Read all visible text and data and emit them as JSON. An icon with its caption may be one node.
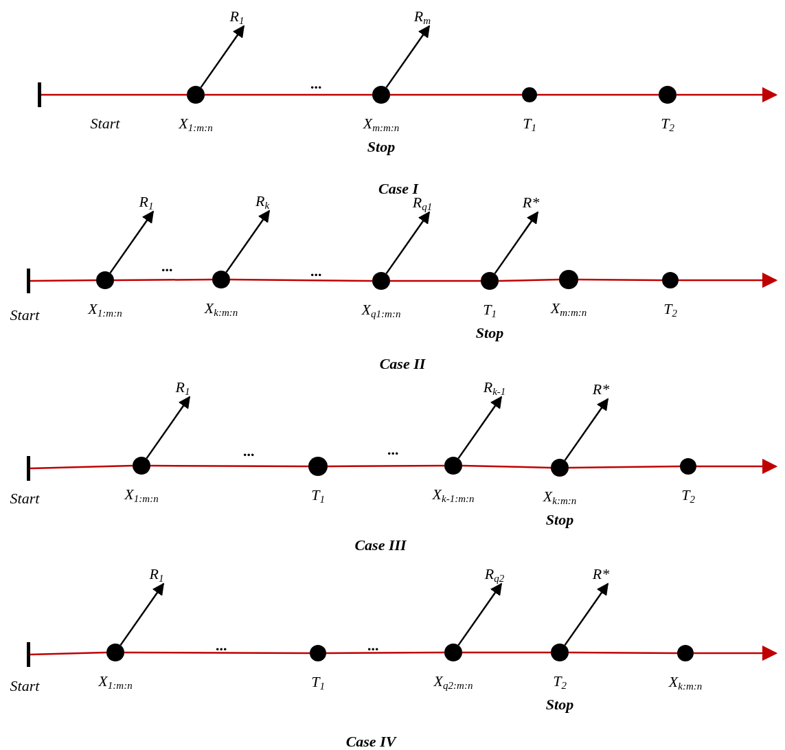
{
  "diagram": {
    "nodes": [
      {
        "text": [],
        "shape": "bar",
        "beside": [
          "Start"
        ]
      },
      {
        "text": [],
        "shape": "circle",
        "beside": [
          "X$_{1:m:n}$"
        ]
      },
      {
        "text": [],
        "shape": "circle",
        "beside": [
          "X$_{m:m:n}$",
          "Stop"
        ]
      },
      {
        "text": [],
        "shape": "circle",
        "beside": [
          "T$_{1}$"
        ]
      },
      {
        "text": [],
        "shape": "circle",
        "beside": [
          "T$_{2}$"
        ]
      },
      {
        "text": [],
        "shape": "bar",
        "beside": [
          "Start"
        ]
      },
      {
        "text": [],
        "shape": "circle",
        "beside": [
          "X$_{1:m:n}$"
        ]
      },
      {
        "text": [],
        "shape": "circle",
        "beside": [
          "X$_{k:m:n}$"
        ]
      },
      {
        "text": [],
        "shape": "circle",
        "beside": [
          "X$_{q1:m:n}$"
        ]
      },
      {
        "text": [],
        "shape": "circle",
        "beside": [
          "T$_{1}$",
          "Stop"
        ]
      },
      {
        "text": [],
        "shape": "circle",
        "beside": [
          "X$_{m:m:n}$"
        ]
      },
      {
        "text": [],
        "shape": "circle",
        "beside": [
          "T$_{2}$"
        ]
      },
      {
        "text": [],
        "shape": "bar",
        "beside": [
          "Start"
        ]
      },
      {
        "text": [],
        "shape": "circle",
        "beside": [
          "X$_{1:m:n}$"
        ]
      },
      {
        "text": [],
        "shape": "circle",
        "beside": [
          "T$_{1}$"
        ]
      },
      {
        "text": [],
        "shape": "circle",
        "beside": [
          "X$_{k-1:m:n}$"
        ]
      },
      {
        "text": [],
        "shape": "circle",
        "beside": [
          "X$_{k:m:n}$",
          "Stop"
        ]
      },
      {
        "text": [],
        "shape": "circle",
        "beside": [
          "T$_{2}$"
        ]
      },
      {
        "text": [],
        "shape": "bar",
        "beside": [
          "Start"
        ]
      },
      {
        "text": [],
        "shape": "circle",
        "beside": [
          "X$_{1:m:n}$"
        ]
      },
      {
        "text": [],
        "shape": "circle",
        "beside": [
          "T$_{1}$"
        ]
      },
      {
        "text": [],
        "shape": "circle",
        "beside": [
          "X$_{q2:m:n}$"
        ]
      },
      {
        "text": [],
        "shape": "circle",
        "beside": [
          "T$_{2}$",
          "Stop"
        ]
      },
      {
        "text": [],
        "shape": "circle",
        "beside": [
          "X$_{k:m:n}$"
        ]
      }
    ],
    "edges": [
      {
        "from": 0,
        "to": 1,
        "arrow": "none"
      },
      {
        "from": 1,
        "to": 2,
        "arrow": "none"
      },
      {
        "from": 2,
        "to": 3,
        "arrow": "none"
      },
      {
        "from": 3,
        "to": 4,
        "arrow": "none"
      },
      {
        "from": 4,
        "to": null,
        "arrow": "to"
      },
      {
        "from": 1,
        "to": null,
        "arrow": "to",
        "label": "R$_{1}$",
        "color": "#000000"
      },
      {
        "from": 2,
        "to": null,
        "arrow": "to",
        "label": "R$_{m}$",
        "color": "#000000"
      },
      {
        "from": 5,
        "to": 6,
        "arrow": "none"
      },
      {
        "from": 6,
        "to": 7,
        "arrow": "none"
      },
      {
        "from": 7,
        "to": 8,
        "arrow": "none"
      },
      {
        "from": 8,
        "to": 9,
        "arrow": "none"
      },
      {
        "from": 9,
        "to": 10,
        "arrow": "none"
      },
      {
        "from": 10,
        "to": 11,
        "arrow": "none"
      },
      {
        "from": 11,
        "to": null,
        "arrow": "to"
      },
      {
        "from": 6,
        "to": null,
        "arrow": "to",
        "label": "R$_{1}$",
        "color": "#000000"
      },
      {
        "from": 7,
        "to": null,
        "arrow": "to",
        "label": "R$_{k}$",
        "color": "#000000"
      },
      {
        "from": 8,
        "to": null,
        "arrow": "to",
        "label": "R$_{q1}$",
        "color": "#000000"
      },
      {
        "from": 9,
        "to": null,
        "arrow": "to",
        "label": "R*",
        "color": "#000000"
      },
      {
        "from": 12,
        "to": 13,
        "arrow": "none"
      },
      {
        "from": 13,
        "to": 14,
        "arrow": "none"
      },
      {
        "from": 14,
        "to": 15,
        "arrow": "none"
      },
      {
        "from": 15,
        "to": 16,
        "arrow": "none"
      },
      {
        "from": 16,
        "to": 17,
        "arrow": "none"
      },
      {
        "from": 17,
        "to": null,
        "arrow": "to"
      },
      {
        "from": 13,
        "to": null,
        "arrow": "to",
        "label": "R$_{1}$",
        "color": "#000000"
      },
      {
        "from": 15,
        "to": null,
        "arrow": "to",
        "label": "R$_{k-1}$",
        "color": "#000000"
      },
      {
        "from": 16,
        "to": null,
        "arrow": "to",
        "label": "R*",
        "color": "#000000"
      },
      {
        "from": 18,
        "to": 19,
        "arrow": "none"
      },
      {
        "from": 19,
        "to": 20,
        "arrow": "none"
      },
      {
        "from": 20,
        "to": 21,
        "arrow": "none"
      },
      {
        "from": 21,
        "to": 22,
        "arrow": "none"
      },
      {
        "from": 22,
        "to": 23,
        "arrow": "none"
      },
      {
        "from": 23,
        "to": null,
        "arrow": "to"
      },
      {
        "from": 19,
        "to": null,
        "arrow": "to",
        "label": "R$_{1}$",
        "color": "#000000"
      },
      {
        "from": 21,
        "to": null,
        "arrow": "to",
        "label": "R$_{q2}$",
        "color": "#000000"
      },
      {
        "from": 22,
        "to": null,
        "arrow": "to",
        "label": "R*",
        "color": "#000000"
      }
    ],
    "labels": [
      "...",
      "Case I",
      "...",
      "...",
      "Case II",
      "...",
      "...",
      "Case III",
      "...",
      "...",
      "Case IV"
    ]
  }
}
